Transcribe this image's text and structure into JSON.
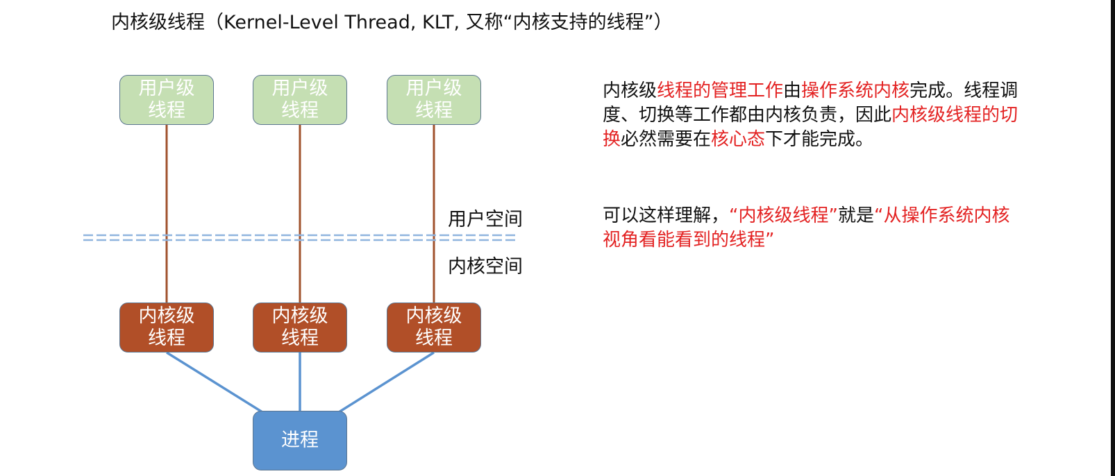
{
  "title": "内核级线程（Kernel-Level Thread, KLT, 又称“内核支持的线程”）",
  "diagram": {
    "user_thread_label": "用户级\n线程",
    "kernel_thread_label": "内核级\n线程",
    "process_label": "进程",
    "user_space_label": "用户空间",
    "kernel_space_label": "内核空间",
    "colors": {
      "user_thread_fill": "#c5dfb3",
      "kernel_thread_fill": "#b14f28",
      "process_fill": "#5b93d0",
      "mapping_line": "#a0522d",
      "process_line": "#5b93d0",
      "boundary_line": "#8fb4de"
    }
  },
  "description": {
    "p1": {
      "s1": "内核级",
      "s2": "线程的管理工作",
      "s3": "由",
      "s4": "操作系统内核",
      "s5": "完成。线程调度、切换等工作都由内核负责，因此",
      "s6": "内核级线程的切换",
      "s7": "必然需要在",
      "s8": "核心态",
      "s9": "下才能完成。"
    },
    "p2": {
      "s1": "可以这样理解，",
      "s2": "“内核级线程”",
      "s3": "就是",
      "s4": "“从操作系统内核视角看能看到的线程”"
    },
    "highlight_color": "#e32222"
  }
}
